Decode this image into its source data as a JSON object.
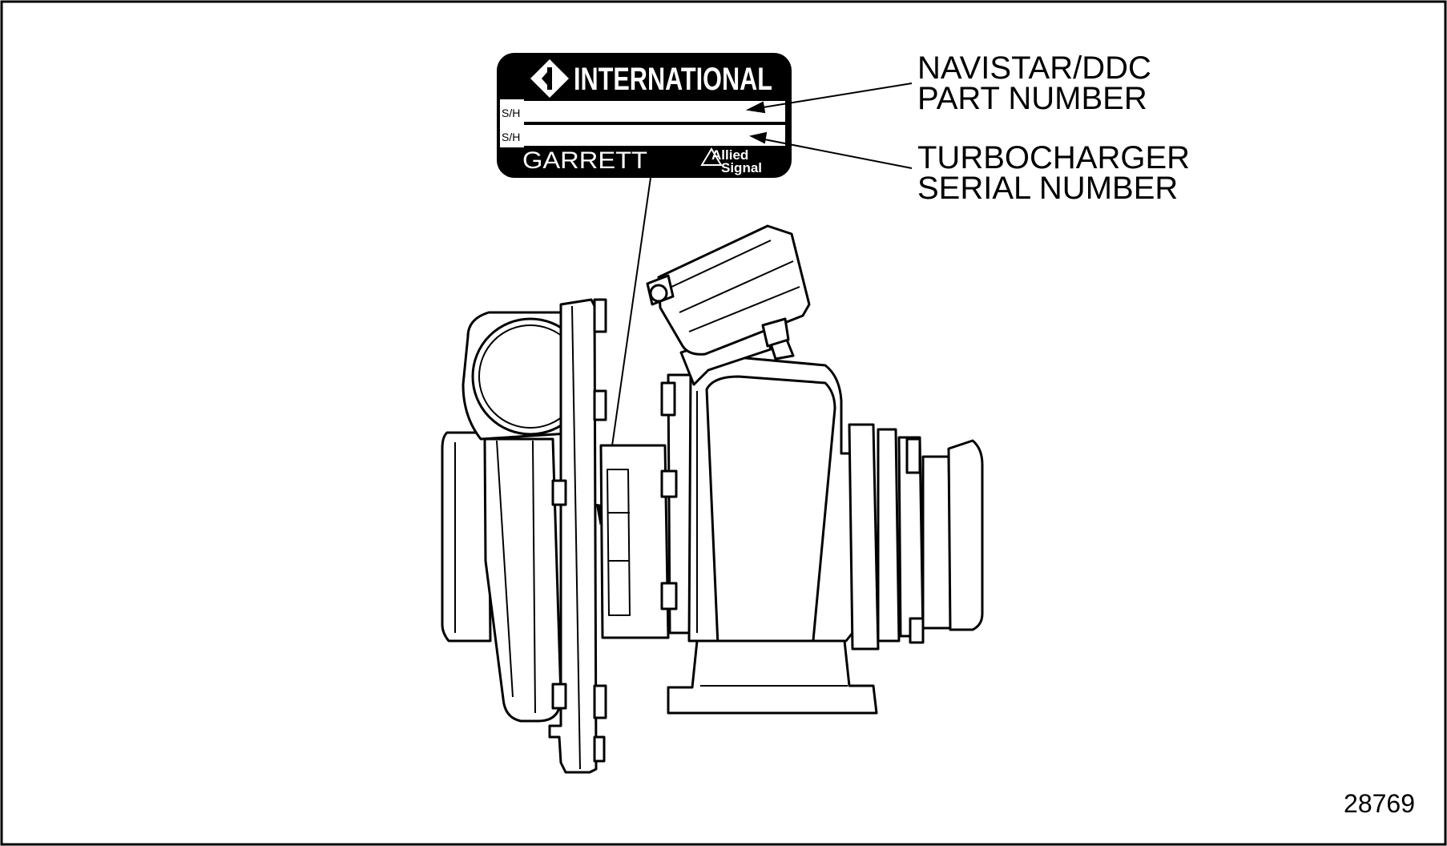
{
  "nameplate": {
    "brand": "INTERNATIONAL",
    "row_label_1": "S/H",
    "row_label_2": "S/H",
    "maker": "GARRETT",
    "logo_line_1": "Allied",
    "logo_line_2": "Signal"
  },
  "callouts": {
    "part_number_line_1": "NAVISTAR/DDC",
    "part_number_line_2": "PART NUMBER",
    "serial_number_line_1": "TURBOCHARGER",
    "serial_number_line_2": "SERIAL NUMBER"
  },
  "figure_number": "28769"
}
